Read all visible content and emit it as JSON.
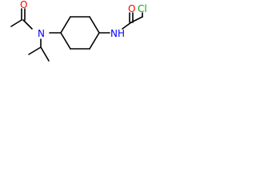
{
  "molecule": {
    "atoms": [
      {
        "id": "n_amide_left",
        "symbol": "N",
        "color": "#0000ff"
      },
      {
        "id": "o_acetyl",
        "symbol": "O",
        "color": "#ff0000"
      },
      {
        "id": "nh_amide_right",
        "symbol": "NH",
        "color": "#0000ff"
      },
      {
        "id": "o_chloroacetyl",
        "symbol": "O",
        "color": "#ff0000"
      },
      {
        "id": "cl_chloro",
        "symbol": "Cl",
        "color": "#00aa00"
      }
    ],
    "bond_color": "#000000"
  }
}
